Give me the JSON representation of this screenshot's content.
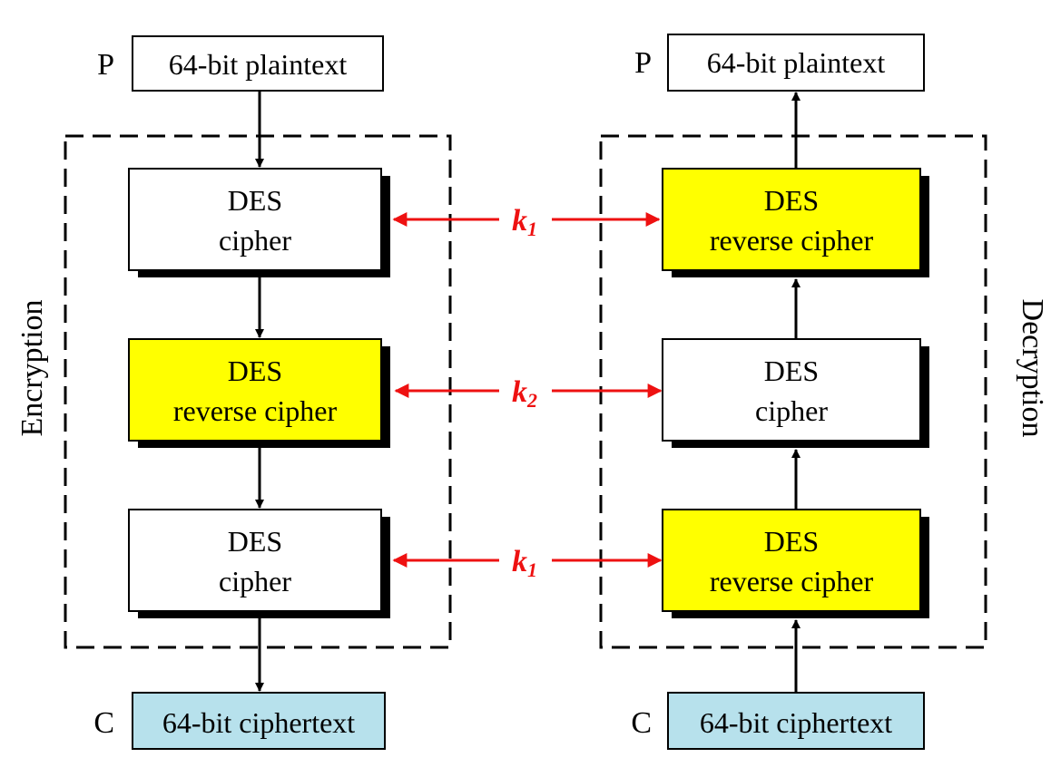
{
  "colors": {
    "cipher_box": "#ffffff",
    "reverse_box": "#ffff00",
    "ciphertext_box": "#b7e1ec",
    "key_arrow": "#ee1111",
    "line": "#000000"
  },
  "encryption": {
    "side_label": "Encryption",
    "input_symbol": "P",
    "input_text": "64-bit plaintext",
    "output_symbol": "C",
    "output_text": "64-bit ciphertext",
    "stages": [
      {
        "line1": "DES",
        "line2": "cipher",
        "variant": "cipher"
      },
      {
        "line1": "DES",
        "line2": "reverse cipher",
        "variant": "reverse"
      },
      {
        "line1": "DES",
        "line2": "cipher",
        "variant": "cipher"
      }
    ]
  },
  "decryption": {
    "side_label": "Decryption",
    "output_symbol": "P",
    "output_text": "64-bit plaintext",
    "input_symbol": "C",
    "input_text": "64-bit ciphertext",
    "stages": [
      {
        "line1": "DES",
        "line2": "reverse cipher",
        "variant": "reverse"
      },
      {
        "line1": "DES",
        "line2": "cipher",
        "variant": "cipher"
      },
      {
        "line1": "DES",
        "line2": "reverse cipher",
        "variant": "reverse"
      }
    ]
  },
  "keys": [
    {
      "letter": "k",
      "subscript": "1"
    },
    {
      "letter": "k",
      "subscript": "2"
    },
    {
      "letter": "k",
      "subscript": "1"
    }
  ]
}
